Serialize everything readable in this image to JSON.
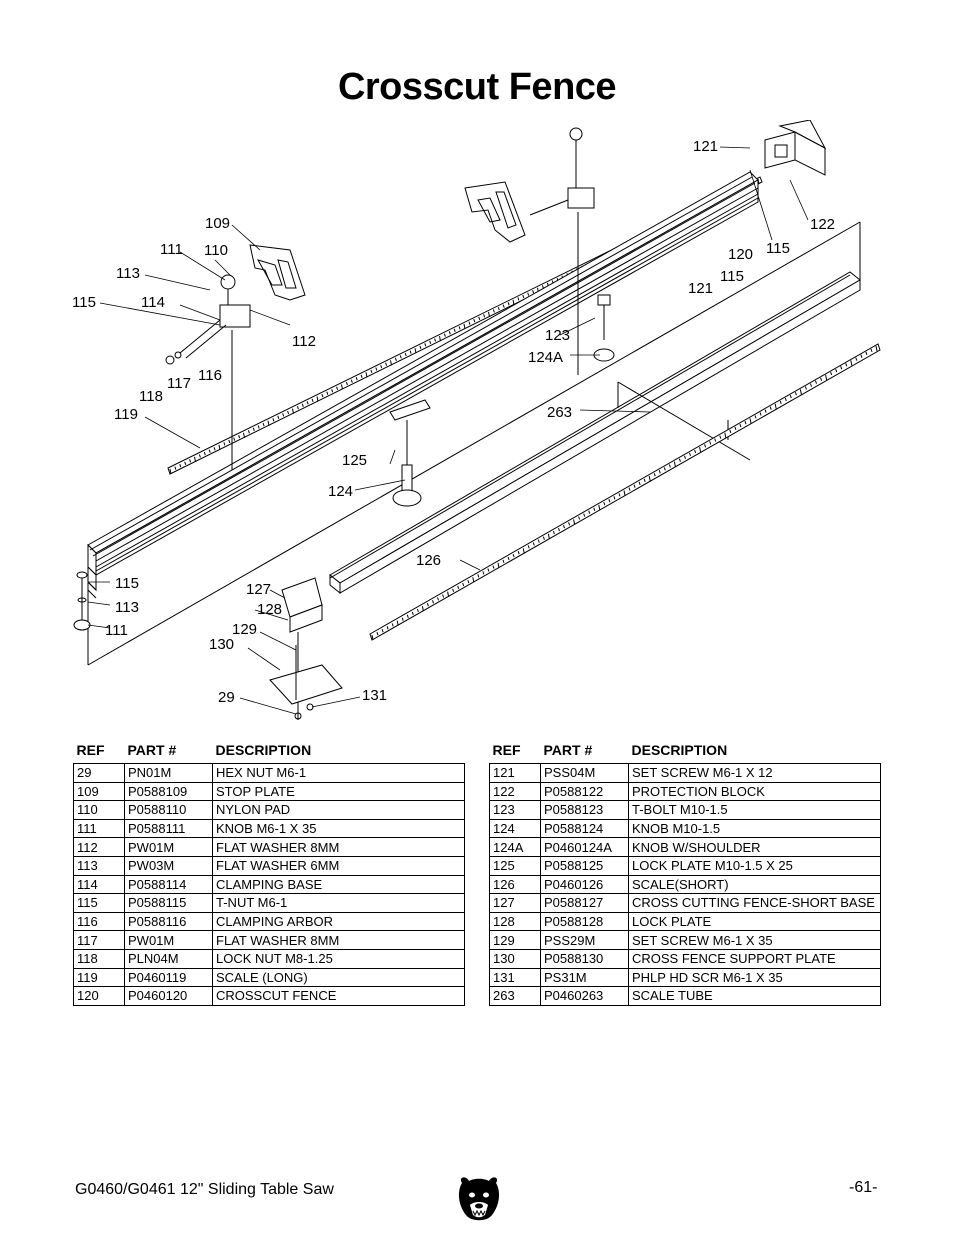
{
  "title": "Crosscut Fence",
  "diagram": {
    "callouts": [
      "121",
      "122",
      "115",
      "120",
      "115",
      "121",
      "109",
      "111",
      "110",
      "113",
      "115",
      "114",
      "112",
      "123",
      "124A",
      "118",
      "117",
      "116",
      "119",
      "263",
      "125",
      "124",
      "126",
      "115",
      "113",
      "111",
      "127",
      "128",
      "129",
      "130",
      "29",
      "131"
    ]
  },
  "table_headers": {
    "ref": "REF",
    "part": "PART #",
    "desc": "DESCRIPTION"
  },
  "parts_left": [
    {
      "ref": "29",
      "part": "PN01M",
      "desc": "HEX NUT M6-1"
    },
    {
      "ref": "109",
      "part": "P0588109",
      "desc": "STOP PLATE"
    },
    {
      "ref": "110",
      "part": "P0588110",
      "desc": "NYLON PAD"
    },
    {
      "ref": "111",
      "part": "P0588111",
      "desc": "KNOB M6-1 X 35"
    },
    {
      "ref": "112",
      "part": "PW01M",
      "desc": "FLAT WASHER 8MM"
    },
    {
      "ref": "113",
      "part": "PW03M",
      "desc": "FLAT WASHER 6MM"
    },
    {
      "ref": "114",
      "part": "P0588114",
      "desc": "CLAMPING BASE"
    },
    {
      "ref": "115",
      "part": "P0588115",
      "desc": "T-NUT M6-1"
    },
    {
      "ref": "116",
      "part": "P0588116",
      "desc": "CLAMPING ARBOR"
    },
    {
      "ref": "117",
      "part": "PW01M",
      "desc": "FLAT WASHER 8MM"
    },
    {
      "ref": "118",
      "part": "PLN04M",
      "desc": "LOCK NUT M8-1.25"
    },
    {
      "ref": "119",
      "part": "P0460119",
      "desc": "SCALE (LONG)"
    },
    {
      "ref": "120",
      "part": "P0460120",
      "desc": "CROSSCUT FENCE"
    }
  ],
  "parts_right": [
    {
      "ref": "121",
      "part": "PSS04M",
      "desc": "SET SCREW M6-1 X 12"
    },
    {
      "ref": "122",
      "part": "P0588122",
      "desc": "PROTECTION BLOCK"
    },
    {
      "ref": "123",
      "part": "P0588123",
      "desc": "T-BOLT M10-1.5"
    },
    {
      "ref": "124",
      "part": "P0588124",
      "desc": "KNOB M10-1.5"
    },
    {
      "ref": "124A",
      "part": "P0460124A",
      "desc": "KNOB W/SHOULDER"
    },
    {
      "ref": "125",
      "part": "P0588125",
      "desc": "LOCK PLATE M10-1.5 X 25"
    },
    {
      "ref": "126",
      "part": "P0460126",
      "desc": "SCALE(SHORT)"
    },
    {
      "ref": "127",
      "part": "P0588127",
      "desc": "CROSS CUTTING FENCE-SHORT BASE"
    },
    {
      "ref": "128",
      "part": "P0588128",
      "desc": "LOCK PLATE"
    },
    {
      "ref": "129",
      "part": "PSS29M",
      "desc": "SET SCREW M6-1 X 35"
    },
    {
      "ref": "130",
      "part": "P0588130",
      "desc": "CROSS FENCE SUPPORT PLATE"
    },
    {
      "ref": "131",
      "part": "PS31M",
      "desc": "PHLP HD SCR M6-1 X 35"
    },
    {
      "ref": "263",
      "part": "P0460263",
      "desc": "SCALE TUBE"
    }
  ],
  "footer": {
    "model": "G0460/G0461 12\" Sliding Table Saw",
    "page": "-61-",
    "logo_icon": "grizzly-bear-logo"
  }
}
